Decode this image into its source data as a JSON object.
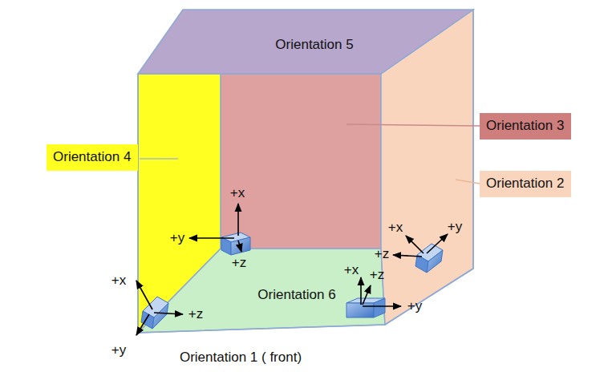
{
  "diagram": {
    "nodes": [
      {
        "text": [
          "Orientation 4"
        ]
      },
      {
        "text": [
          "Orientation 3"
        ]
      },
      {
        "text": [
          "Orientation 2"
        ]
      }
    ],
    "labels": [
      "Orientation 5",
      "Orientation 6",
      "Orientation 1 ( front)",
      "+x",
      "+y",
      "+z",
      "+x",
      "+z",
      "+y",
      "+x",
      "+z",
      "+y",
      "+x",
      "+y",
      "+z"
    ]
  }
}
